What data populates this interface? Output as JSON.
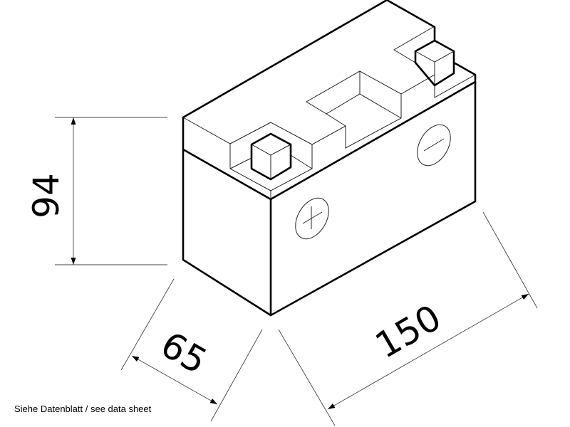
{
  "dimensions": {
    "height": "94",
    "depth": "65",
    "length": "150"
  },
  "terminals": {
    "positive_symbol": "+",
    "negative_symbol": "−"
  },
  "caption": "Siehe Datenblatt / see data sheet"
}
